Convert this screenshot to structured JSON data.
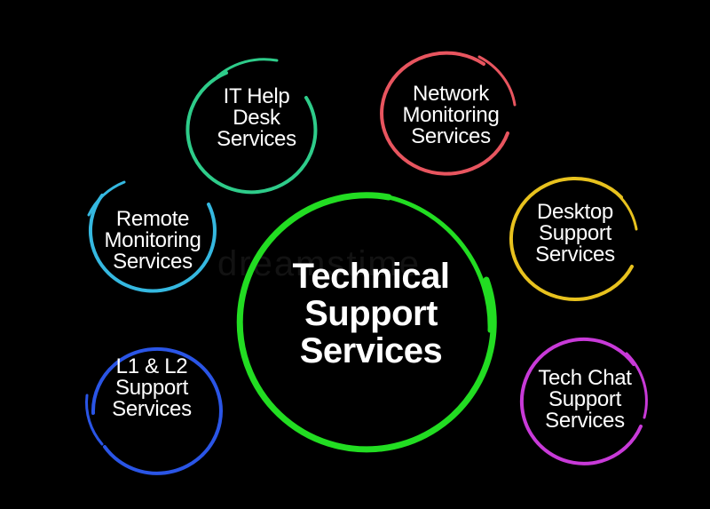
{
  "diagram": {
    "center": {
      "lines": [
        "Technical",
        "Support",
        "Services"
      ],
      "color": "#22dd22"
    },
    "nodes": [
      {
        "id": "it-help-desk",
        "lines": [
          "IT Help",
          "Desk",
          "Services"
        ],
        "color": "#2ecc8a"
      },
      {
        "id": "network-monitoring",
        "lines": [
          "Network",
          "Monitoring",
          "Services"
        ],
        "color": "#e8555f"
      },
      {
        "id": "remote-monitoring",
        "lines": [
          "Remote",
          "Monitoring",
          "Services"
        ],
        "color": "#35b8e0"
      },
      {
        "id": "desktop-support",
        "lines": [
          "Desktop",
          "Support",
          "Services"
        ],
        "color": "#e8c21e"
      },
      {
        "id": "l1-l2-support",
        "lines": [
          "L1 & L2",
          "Support",
          "Services"
        ],
        "color": "#2a55e6"
      },
      {
        "id": "tech-chat-support",
        "lines": [
          "Tech Chat",
          "Support",
          "Services"
        ],
        "color": "#c83ad8"
      }
    ]
  }
}
